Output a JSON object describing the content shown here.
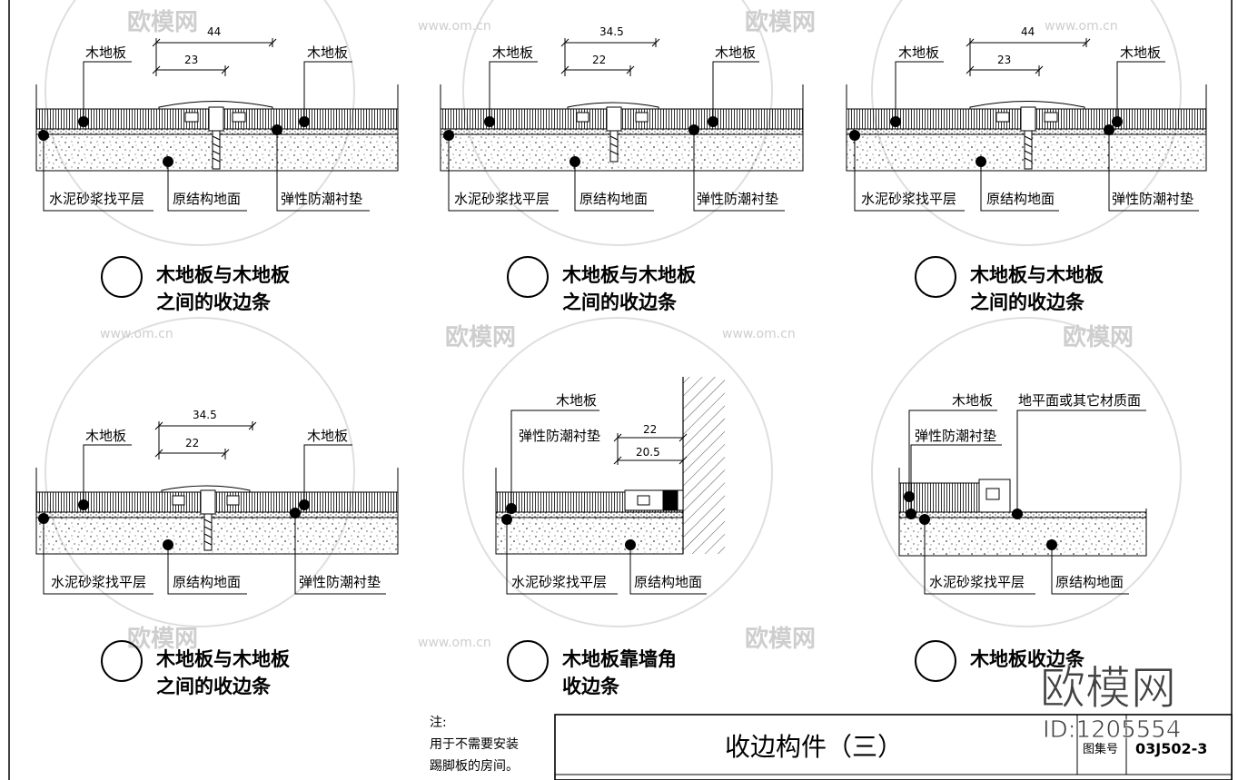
{
  "details": [
    {
      "top_dims": [
        "44",
        "23"
      ],
      "labels_top": [
        "木地板",
        "木地板"
      ],
      "labels_bottom": [
        "水泥砂浆找平层",
        "原结构地面",
        "弹性防潮衬垫"
      ],
      "caption": [
        "木地板与木地板",
        "之间的收边条"
      ]
    },
    {
      "top_dims": [
        "34.5",
        "22"
      ],
      "labels_top": [
        "木地板",
        "木地板"
      ],
      "labels_bottom": [
        "水泥砂浆找平层",
        "原结构地面",
        "弹性防潮衬垫"
      ],
      "caption": [
        "木地板与木地板",
        "之间的收边条"
      ]
    },
    {
      "top_dims": [
        "44",
        "23"
      ],
      "labels_top": [
        "木地板",
        "木地板"
      ],
      "labels_bottom": [
        "水泥砂浆找平层",
        "原结构地面",
        "弹性防潮衬垫"
      ],
      "caption": [
        "木地板与木地板",
        "之间的收边条"
      ]
    },
    {
      "top_dims": [
        "34.5",
        "22"
      ],
      "labels_top": [
        "木地板",
        "木地板"
      ],
      "labels_bottom": [
        "水泥砂浆找平层",
        "原结构地面",
        "弹性防潮衬垫"
      ],
      "caption": [
        "木地板与木地板",
        "之间的收边条"
      ]
    },
    {
      "top_dims": [
        "22",
        "20.5"
      ],
      "labels_top": [
        "木地板",
        "弹性防潮衬垫"
      ],
      "labels_bottom": [
        "水泥砂浆找平层",
        "原结构地面"
      ],
      "caption": [
        "木地板靠墙角",
        "收边条"
      ]
    },
    {
      "top_dims": [],
      "labels_top": [
        "木地板",
        "地平面或其它材质面",
        "弹性防潮衬垫"
      ],
      "labels_bottom": [
        "水泥砂浆找平层",
        "原结构地面"
      ],
      "caption": [
        "木地板收边条"
      ]
    }
  ],
  "note": {
    "title": "注:",
    "lines": [
      "用于不需要安装",
      "踢脚板的房间。"
    ]
  },
  "title_block": {
    "title": "收边构件（三）",
    "atlas_label": "图集号",
    "atlas_number": "03J502-3"
  },
  "watermark": {
    "brand": "欧模网",
    "url": "www.om.cn",
    "id_label": "ID:1205554"
  },
  "colors": {
    "ink": "#000000",
    "watermark": "#c9c9c9"
  }
}
